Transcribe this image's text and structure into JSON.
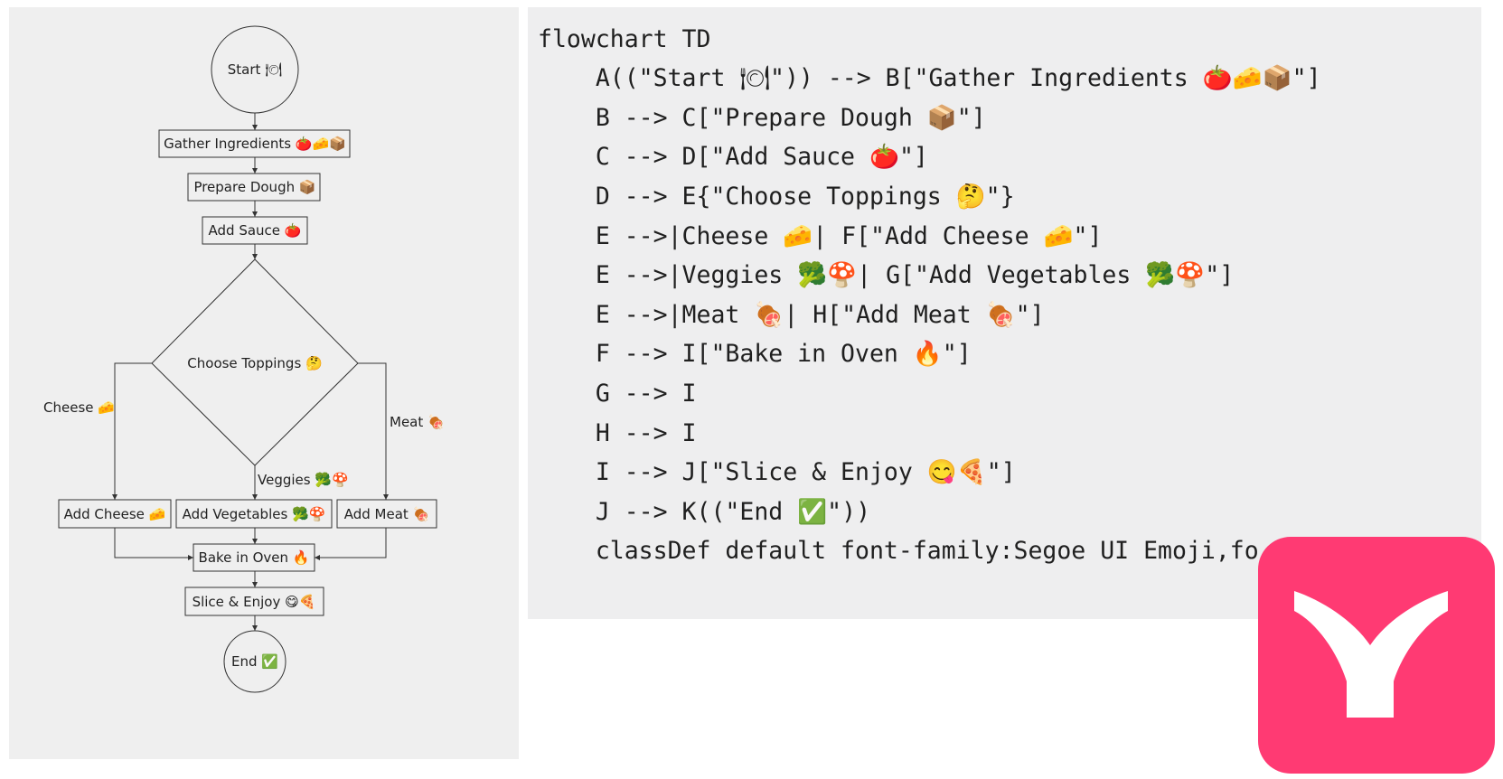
{
  "diagram": {
    "nodes": {
      "start": "Start 🍽",
      "gather": "Gather Ingredients 🍅🧀📦",
      "dough": "Prepare Dough 📦",
      "sauce": "Add Sauce 🍅",
      "choose": "Choose Toppings 🤔",
      "add_cheese": "Add Cheese 🧀",
      "add_veg": "Add Vegetables 🥦🍄",
      "add_meat": "Add Meat 🍖",
      "bake": "Bake in Oven 🔥",
      "slice": "Slice & Enjoy 😋🍕",
      "end": "End ✅"
    },
    "edge_labels": {
      "cheese": "Cheese 🧀",
      "veggies": "Veggies 🥦🍄",
      "meat": "Meat 🍖"
    }
  },
  "code": {
    "lines": [
      "flowchart TD",
      "    A((\"Start 🍽\")) --> B[\"Gather Ingredients 🍅🧀📦\"]",
      "    B --> C[\"Prepare Dough 📦\"]",
      "    C --> D[\"Add Sauce 🍅\"]",
      "    D --> E{\"Choose Toppings 🤔\"}",
      "    E -->|Cheese 🧀| F[\"Add Cheese 🧀\"]",
      "    E -->|Veggies 🥦🍄| G[\"Add Vegetables 🥦🍄\"]",
      "    E -->|Meat 🍖| H[\"Add Meat 🍖\"]",
      "    F --> I[\"Bake in Oven 🔥\"]",
      "    G --> I",
      "    H --> I",
      "    I --> J[\"Slice & Enjoy 😋🍕\"]",
      "    J --> K((\"End ✅\"))",
      "    classDef default font-family:Segoe UI Emoji,fo"
    ]
  },
  "logo": {
    "name": "app-logo",
    "color": "#ff3a73"
  }
}
